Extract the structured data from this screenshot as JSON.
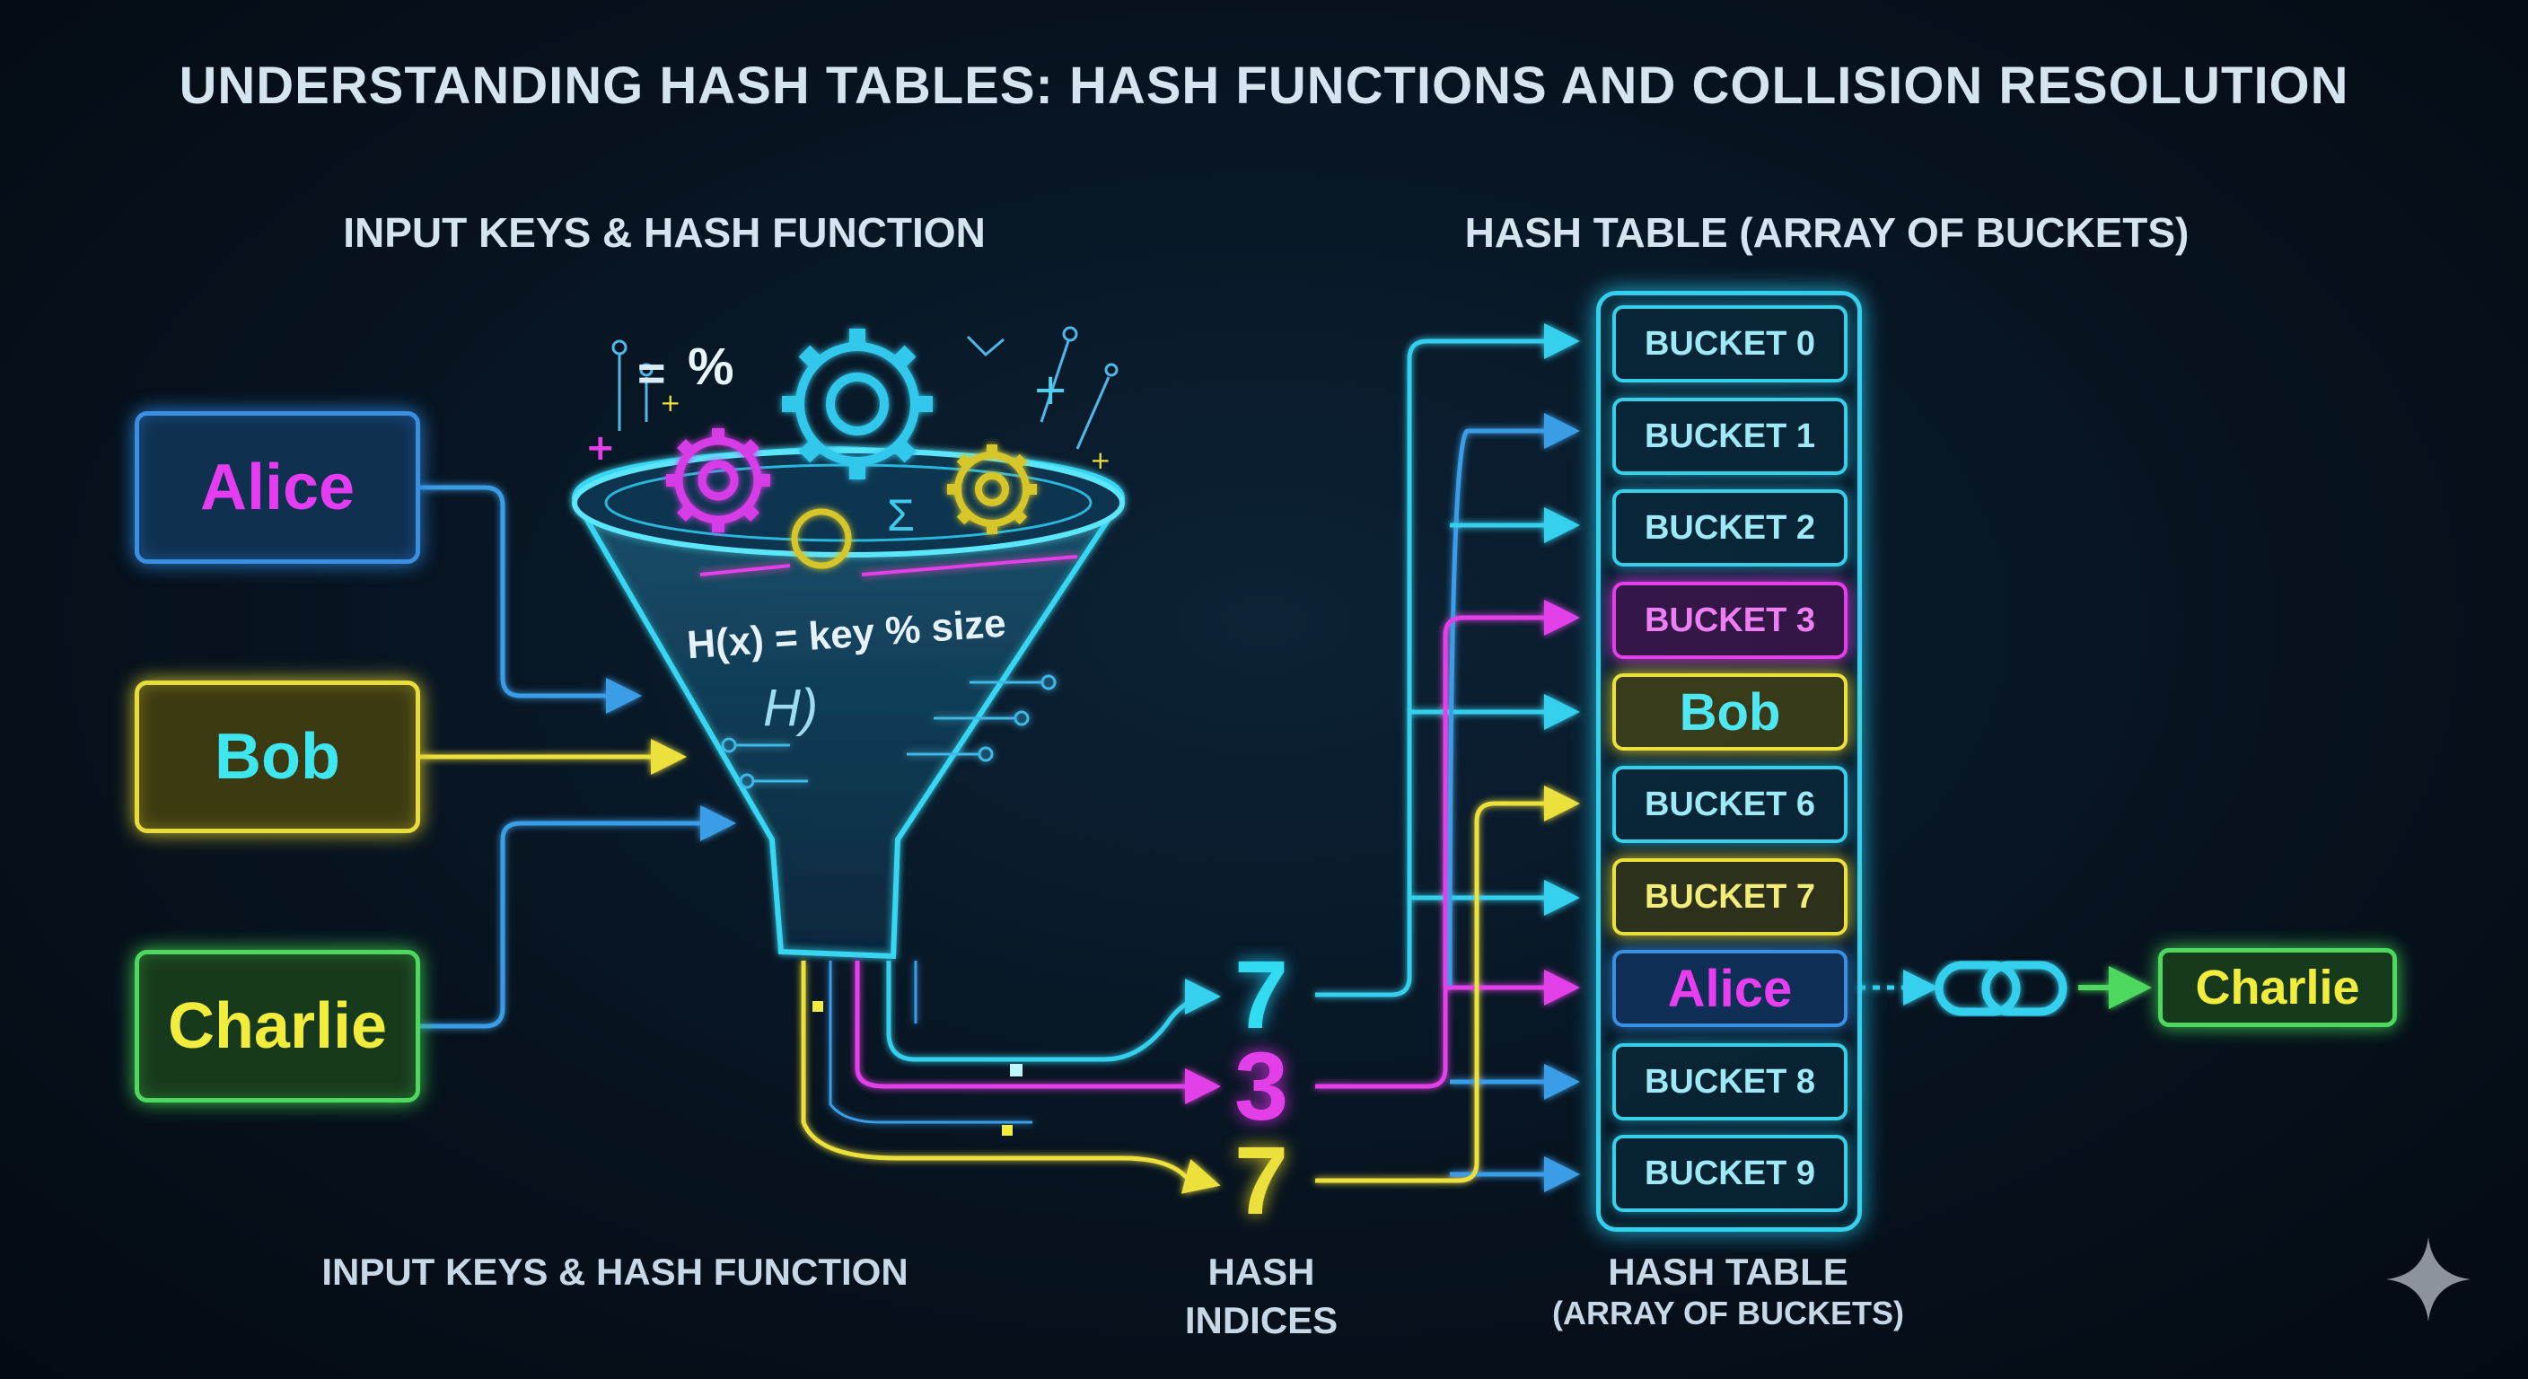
{
  "title": "UNDERSTANDING HASH TABLES: HASH FUNCTIONS AND COLLISION RESOLUTION",
  "left_heading": "INPUT KEYS & HASH FUNCTION",
  "right_heading": "HASH TABLE (ARRAY OF BUCKETS)",
  "keys": [
    "Alice",
    "Bob",
    "Charlie"
  ],
  "hash_function": {
    "formula": "H(x) = key % size",
    "symbol": "H)"
  },
  "math_symbols": {
    "equals": "=",
    "percent": "%",
    "sigma": "Σ"
  },
  "hash_indices": [
    "7",
    "3",
    "7"
  ],
  "buckets": [
    "BUCKET 0",
    "BUCKET 1",
    "BUCKET 2",
    "BUCKET 3",
    "Bob",
    "BUCKET 6",
    "BUCKET 7",
    "Alice",
    "BUCKET 8",
    "BUCKET 9"
  ],
  "chained_entry": "Charlie",
  "bottom_labels": {
    "left": "INPUT KEYS & HASH FUNCTION",
    "indices_line1": "HASH",
    "indices_line2": "INDICES",
    "table_line1": "HASH TABLE",
    "table_line2": "(ARRAY OF BUCKETS)"
  },
  "colors": {
    "cyan": "#35d0ee",
    "magenta": "#e23fe8",
    "yellow": "#ece03c",
    "green": "#4fd860",
    "blue": "#3a8fe0"
  },
  "icons": [
    "gear-icon",
    "chain-link-icon",
    "funnel-icon",
    "sparkle-icon"
  ]
}
